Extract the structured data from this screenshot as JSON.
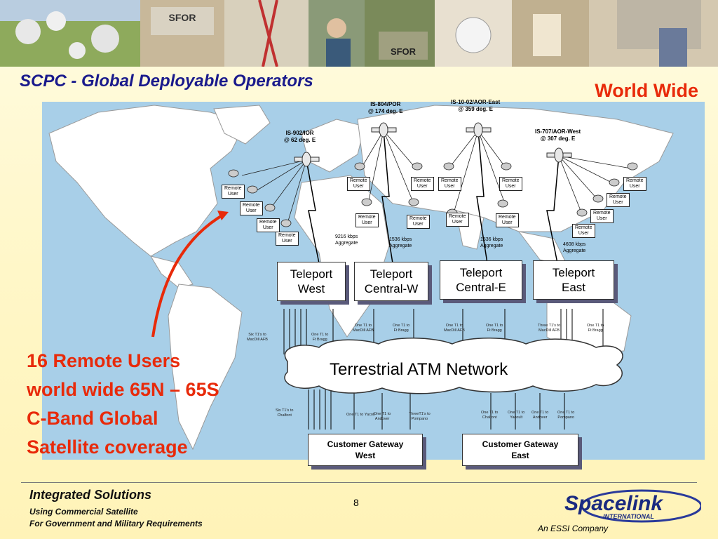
{
  "slide": {
    "title": "SCPC - Global Deployable Operators",
    "subtitle": "World Wide",
    "page_number": "8"
  },
  "banner": {
    "sign_text_1": "SFOR",
    "sign_text_2": "SFOR"
  },
  "satellites": [
    {
      "name": "IS-902/IOR",
      "position": "@ 62 deg. E"
    },
    {
      "name": "IS-804/POR",
      "position": "@ 174 deg. E"
    },
    {
      "name": "IS-10-02/AOR-East",
      "position": "@ 359 deg. E"
    },
    {
      "name": "IS-707/AOR-West",
      "position": "@ 307 deg. E"
    }
  ],
  "remote_user_label": "Remote\nUser",
  "aggregates": [
    "9216 kbps\nAggregate",
    "1536 kbps\nAggregate",
    "1536 kbps\nAggregate",
    "4608 kbps\nAggregate"
  ],
  "teleports": [
    "Teleport\nWest",
    "Teleport\nCentral-W",
    "Teleport\nCentral-E",
    "Teleport\nEast"
  ],
  "network": "Terrestrial ATM Network",
  "gateways": [
    "Customer Gateway\nWest",
    "Customer Gateway\nEast"
  ],
  "upper_links": [
    "Six T1's to\nMacDill AFB",
    "One T1 to\nFt Bragg",
    "One T1 to\nMacDill AFB",
    "One T1 to\nFt Bragg",
    "One T1 to\nMacDill AFB",
    "One T1 to\nFt Bragg",
    "Three T1's to\nMacDill AFB",
    "One T1 to\nFt Bragg"
  ],
  "lower_links": [
    "Six T1's to\nChalfont",
    "One T1 to Yacolt",
    "One T1 to\nAndover",
    "ThreeT1's to\nPompano",
    "One T1 to\nChalfont",
    "One T1 to\nYacoult",
    "One T1 to\nAndover",
    "One T1 to\nPompano"
  ],
  "callout": "16 Remote Users\nworld wide 65N – 65S\nC-Band Global\nSatellite coverage",
  "footer": {
    "heading": "Integrated Solutions",
    "line1": "Using Commercial Satellite\nFor Government and Military Requirements",
    "company": "An ESSI Company"
  },
  "logo": {
    "name": "Spacelink",
    "tagline": "INTERNATIONAL"
  },
  "colors": {
    "title": "#1a1a8c",
    "accent_red": "#e82a0a",
    "map_land": "#ffffff",
    "map_sea": "#a8cfe8"
  }
}
